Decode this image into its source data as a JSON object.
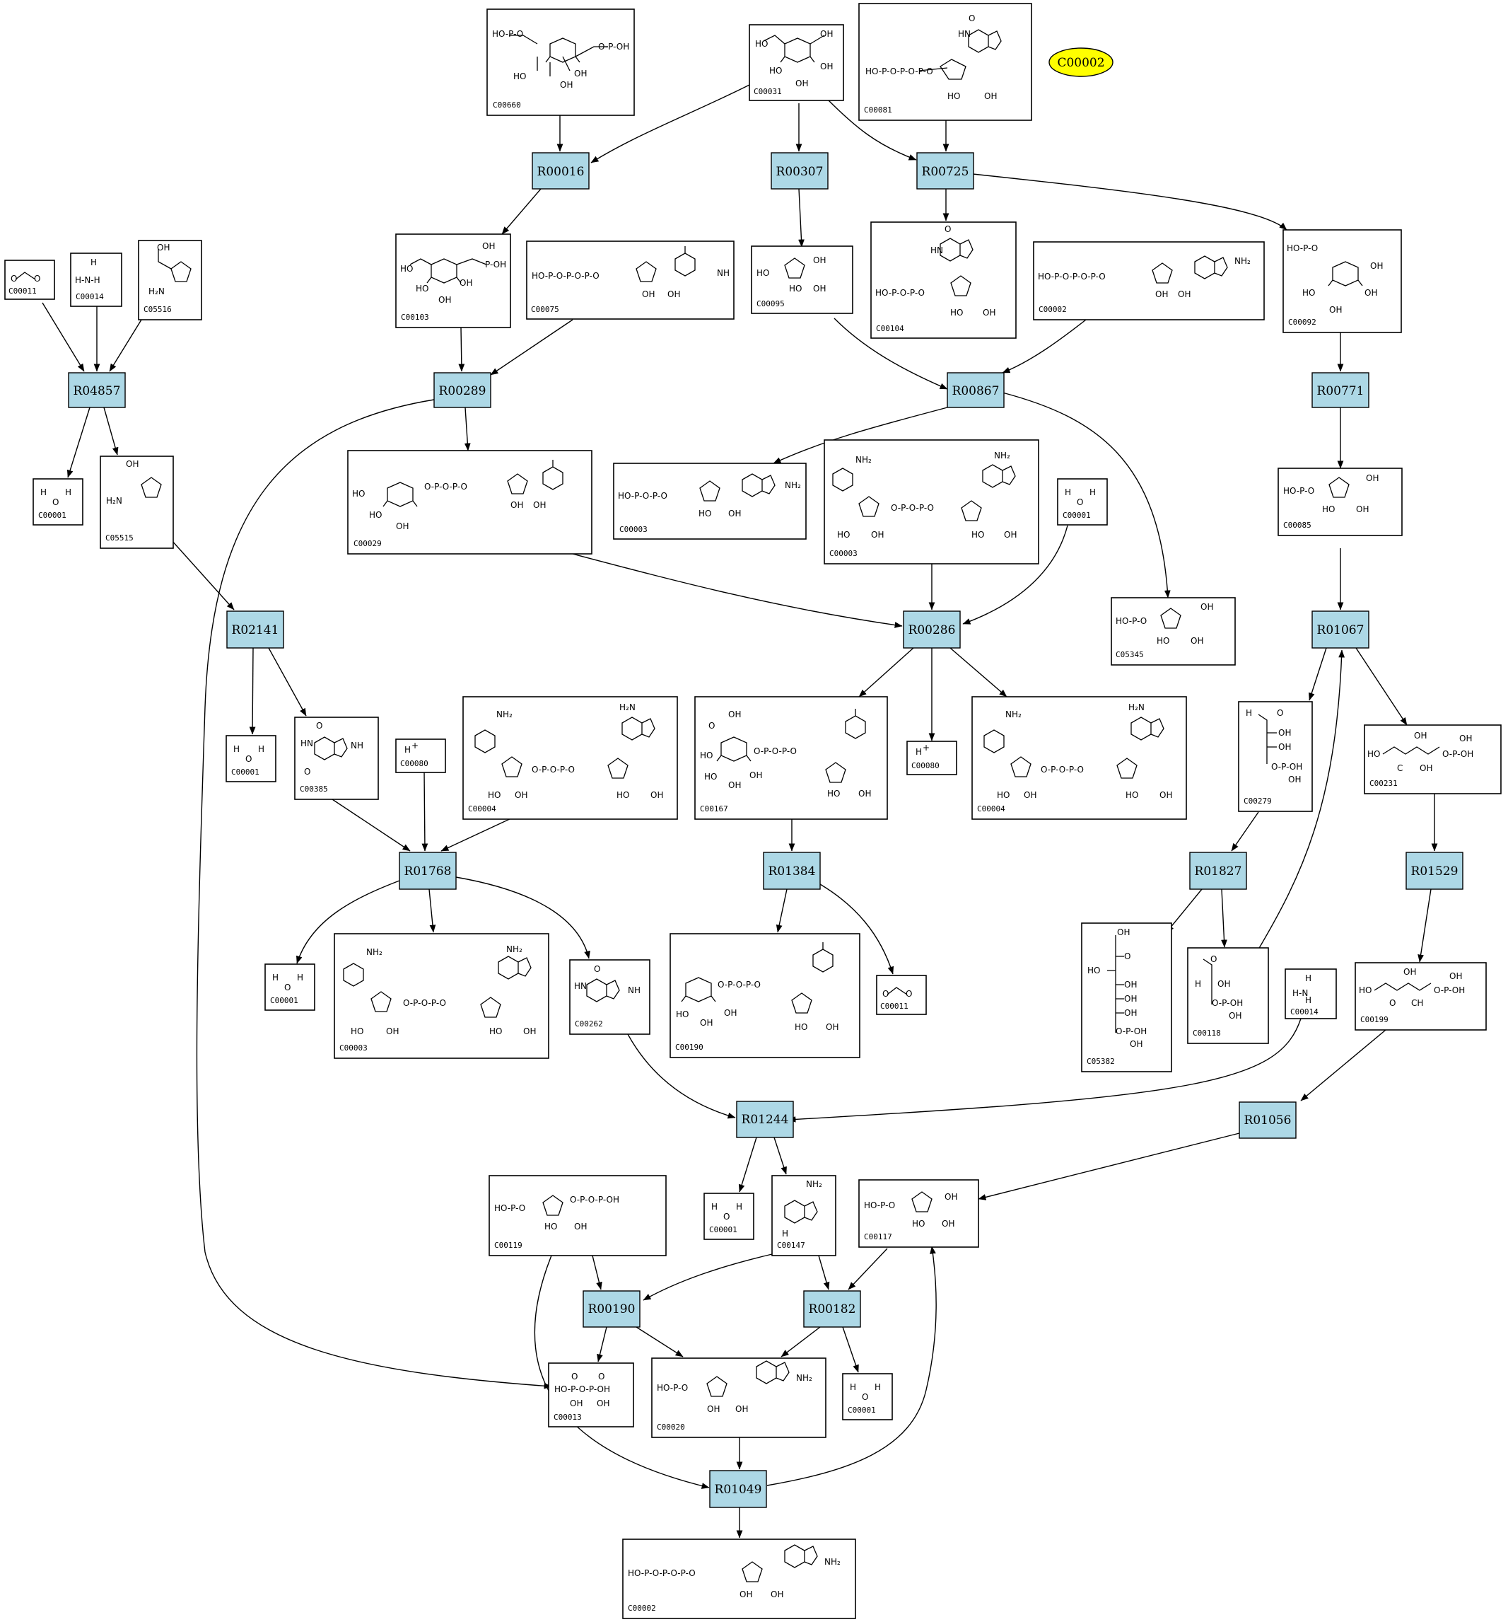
{
  "highlight": {
    "id": "C00002",
    "color": "#ffff00"
  },
  "colors": {
    "reaction_fill": "#add8e6",
    "edge": "#000000"
  },
  "reactions": [
    "R00016",
    "R00307",
    "R00725",
    "R04857",
    "R00289",
    "R00867",
    "R00771",
    "R02141",
    "R00286",
    "R01067",
    "R01768",
    "R01384",
    "R01827",
    "R01529",
    "R01244",
    "R01056",
    "R00190",
    "R00182",
    "R01049"
  ],
  "compounds": [
    {
      "id": "C00660",
      "label": "C00660"
    },
    {
      "id": "C00031",
      "label": "C00031"
    },
    {
      "id": "C00081",
      "label": "C00081"
    },
    {
      "id": "C00011a",
      "label": "C00011"
    },
    {
      "id": "C00014a",
      "label": "C00014"
    },
    {
      "id": "C05516",
      "label": "C05516"
    },
    {
      "id": "C00103",
      "label": "C00103"
    },
    {
      "id": "C00075",
      "label": "C00075"
    },
    {
      "id": "C00095",
      "label": "C00095"
    },
    {
      "id": "C00104",
      "label": "C00104"
    },
    {
      "id": "C00002a",
      "label": "C00002"
    },
    {
      "id": "C00092",
      "label": "C00092"
    },
    {
      "id": "C00001a",
      "label": "C00001"
    },
    {
      "id": "C05515",
      "label": "C05515"
    },
    {
      "id": "C00029",
      "label": "C00029"
    },
    {
      "id": "C00003a",
      "label": "C00003"
    },
    {
      "id": "C00003b",
      "label": "C00003"
    },
    {
      "id": "C00001b",
      "label": "C00001"
    },
    {
      "id": "C00085",
      "label": "C00085"
    },
    {
      "id": "C05345",
      "label": "C05345"
    },
    {
      "id": "C00001c",
      "label": "C00001"
    },
    {
      "id": "C00385",
      "label": "C00385"
    },
    {
      "id": "C00080a",
      "label": "C00080"
    },
    {
      "id": "C00004a",
      "label": "C00004"
    },
    {
      "id": "C00167",
      "label": "C00167"
    },
    {
      "id": "C00080b",
      "label": "C00080"
    },
    {
      "id": "C00004b",
      "label": "C00004"
    },
    {
      "id": "C00279",
      "label": "C00279"
    },
    {
      "id": "C00231",
      "label": "C00231"
    },
    {
      "id": "C00001d",
      "label": "C00001"
    },
    {
      "id": "C00003c",
      "label": "C00003"
    },
    {
      "id": "C00262",
      "label": "C00262"
    },
    {
      "id": "C00190",
      "label": "C00190"
    },
    {
      "id": "C00011b",
      "label": "C00011"
    },
    {
      "id": "C05382",
      "label": "C05382"
    },
    {
      "id": "C00118",
      "label": "C00118"
    },
    {
      "id": "C00014b",
      "label": "C00014"
    },
    {
      "id": "C00199",
      "label": "C00199"
    },
    {
      "id": "C00119",
      "label": "C00119"
    },
    {
      "id": "C00001e",
      "label": "C00001"
    },
    {
      "id": "C00147",
      "label": "C00147"
    },
    {
      "id": "C00117",
      "label": "C00117"
    },
    {
      "id": "C00013",
      "label": "C00013"
    },
    {
      "id": "C00020",
      "label": "C00020"
    },
    {
      "id": "C00001f",
      "label": "C00001"
    },
    {
      "id": "C00002b",
      "label": "C00002"
    }
  ],
  "atoms": {
    "water_H": "H",
    "water_O": "O",
    "amm_N": "N",
    "amm_H": "H",
    "proton": "H",
    "plus": "+",
    "co2": "O=C=O",
    "oh": "OH",
    "ho": "HO",
    "p": "P",
    "o": "O",
    "n": "N",
    "nh": "NH",
    "nh2": "NH2",
    "ch": "CH"
  }
}
